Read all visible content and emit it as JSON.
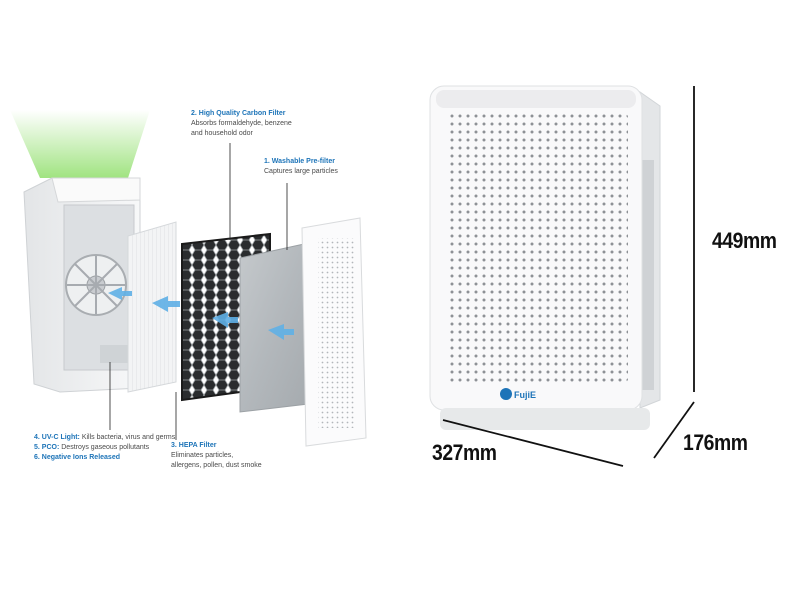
{
  "callouts": {
    "carbon": {
      "title": "2. High Quality Carbon Filter",
      "line1": "Absorbs formaldehyde, benzene",
      "line2": "and household odor"
    },
    "prefilter": {
      "title": "1. Washable Pre-filter",
      "line1": "Captures large particles"
    },
    "uvc": {
      "item1_label": "4. UV-C Light:",
      "item1_text": " Kills bacteria, virus and germs",
      "item2_label": "5. PCO:",
      "item2_text": " Destroys gaseous pollutants",
      "item3_label": "6. Negative Ions Released"
    },
    "hepa": {
      "title": "3. HEPA Filter",
      "line1": "Eliminates particles,",
      "line2": "allergens, pollen, dust smoke"
    }
  },
  "dimensions": {
    "height": "449mm",
    "width": "327mm",
    "depth": "176mm"
  },
  "brand": {
    "logo_text": "FujiE"
  },
  "colors": {
    "accent_blue": "#1d74b8",
    "arrow_blue": "#5fb0e6",
    "glow_green": "#9be27a"
  }
}
